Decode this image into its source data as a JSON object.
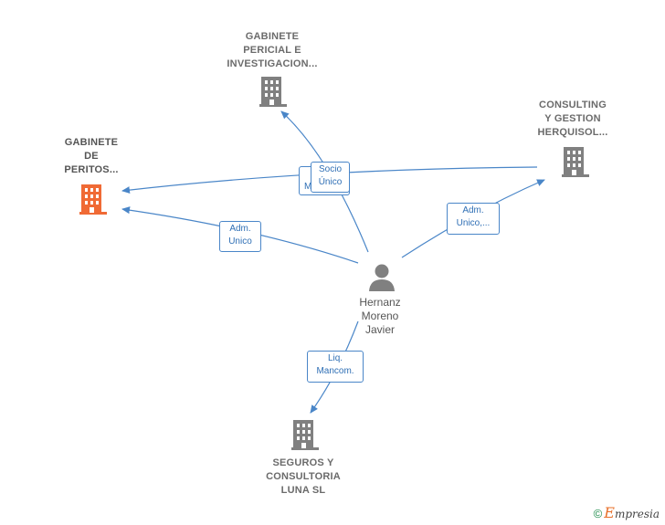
{
  "colors": {
    "edge": "#4a86c8",
    "building_default": "#808080",
    "building_highlight": "#f06a35",
    "person": "#808080"
  },
  "nodes": {
    "gabinete_pericial": {
      "lines": [
        "GABINETE",
        "PERICIAL E",
        "INVESTIGACION..."
      ],
      "icon": "building-icon"
    },
    "consulting": {
      "lines": [
        "CONSULTING",
        "Y GESTION",
        "HERQUISOL..."
      ],
      "icon": "building-icon"
    },
    "gabinete_peritos": {
      "lines": [
        "GABINETE",
        "DE",
        "PERITOS..."
      ],
      "icon": "building-icon"
    },
    "person": {
      "lines": [
        "Hernanz",
        "Moreno",
        "Javier"
      ],
      "icon": "person-icon"
    },
    "seguros": {
      "lines": [
        "SEGUROS Y",
        "CONSULTORIA",
        "LUNA  SL"
      ],
      "icon": "building-icon"
    }
  },
  "edges": {
    "socio": {
      "lines": [
        "Socio",
        "Único"
      ]
    },
    "behind": {
      "lines": [
        "M"
      ]
    },
    "adm_unico": {
      "lines": [
        "Adm.",
        "Unico"
      ]
    },
    "adm_unico_consulting": {
      "lines": [
        "Adm.",
        "Unico,..."
      ]
    },
    "liq": {
      "lines": [
        "Liq.",
        "Mancom."
      ]
    }
  },
  "footer": {
    "copyright": "©",
    "brand_e": "E",
    "brand_rest": "mpresia"
  }
}
